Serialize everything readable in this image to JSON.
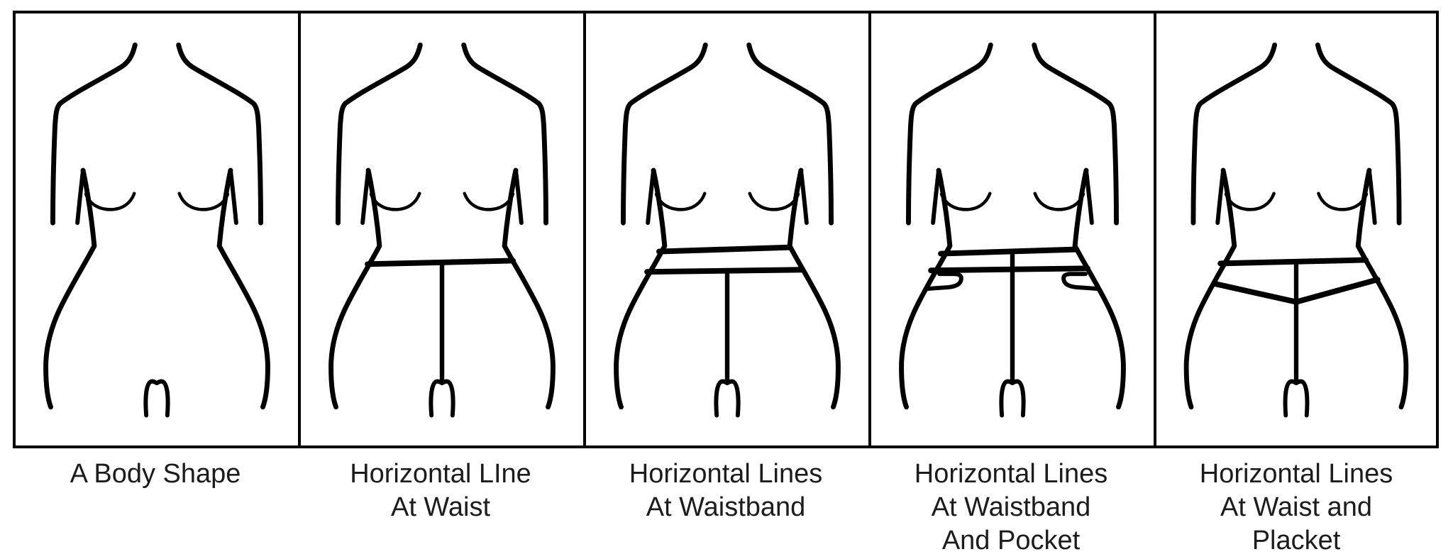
{
  "figure": {
    "type": "fashion-design-line-diagram",
    "colors": {
      "line": "#000000",
      "panel_border": "#000000",
      "text": "#1c1c1c",
      "background": "#ffffff"
    },
    "panels": [
      {
        "name": "a-body-shape",
        "figure": "female-torso-outline",
        "garment_lines": [],
        "label_lines": [
          "A Body Shape"
        ]
      },
      {
        "name": "horizontal-line-at-waist",
        "figure": "female-torso-outline",
        "garment_lines": [
          "waist-line",
          "center-front-line"
        ],
        "label_lines": [
          "Horizontal LIne",
          "At Waist"
        ]
      },
      {
        "name": "horizontal-lines-at-waistband",
        "figure": "female-torso-outline",
        "garment_lines": [
          "waistband-upper-line",
          "waistband-lower-line",
          "center-front-line"
        ],
        "label_lines": [
          "Horizontal Lines",
          "At Waistband"
        ]
      },
      {
        "name": "horizontal-lines-at-waistband-and-pocket",
        "figure": "female-torso-outline",
        "garment_lines": [
          "waistband-upper-line",
          "waistband-lower-line",
          "pocket-curve-left",
          "pocket-curve-right",
          "center-front-line"
        ],
        "label_lines": [
          "Horizontal Lines",
          "At Waistband",
          "And Pocket"
        ]
      },
      {
        "name": "horizontal-lines-at-waist-and-placket",
        "figure": "female-torso-outline",
        "garment_lines": [
          "waist-line",
          "placket-line-left",
          "placket-line-right",
          "center-front-line"
        ],
        "label_lines": [
          "Horizontal Lines",
          "At Waist and",
          "Placket"
        ]
      }
    ]
  }
}
